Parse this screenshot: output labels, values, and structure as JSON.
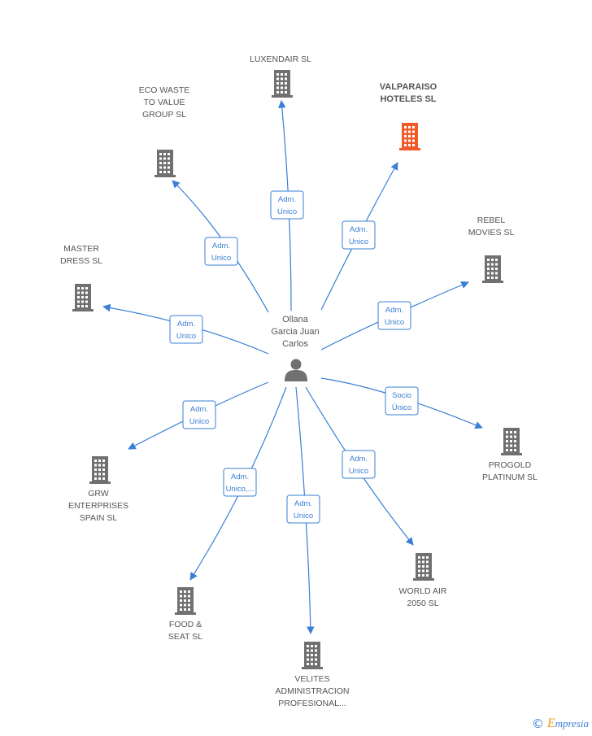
{
  "center": {
    "name": "Ollana Garcia Juan Carlos",
    "lines": [
      "Ollana",
      "Garcia Juan",
      "Carlos"
    ],
    "icon": "person-icon"
  },
  "colors": {
    "edge": "#3a7fd5",
    "building": "#707070",
    "building_highlight": "#f05a28"
  },
  "companies": [
    {
      "id": "luxendair",
      "lines": [
        "LUXENDAIR  SL"
      ],
      "highlight": false,
      "role": [
        "Adm.",
        "Unico"
      ]
    },
    {
      "id": "valparaiso",
      "lines": [
        "VALPARAISO",
        "HOTELES  SL"
      ],
      "highlight": true,
      "role": [
        "Adm.",
        "Unico"
      ]
    },
    {
      "id": "eco-waste",
      "lines": [
        "ECO WASTE",
        "TO VALUE",
        "GROUP  SL"
      ],
      "highlight": false,
      "role": [
        "Adm.",
        "Unico"
      ]
    },
    {
      "id": "rebel-movies",
      "lines": [
        "REBEL",
        "MOVIES SL"
      ],
      "highlight": false,
      "role": [
        "Adm.",
        "Unico"
      ]
    },
    {
      "id": "master-dress",
      "lines": [
        "MASTER",
        "DRESS  SL"
      ],
      "highlight": false,
      "role": [
        "Adm.",
        "Unico"
      ]
    },
    {
      "id": "progold",
      "lines": [
        "PROGOLD",
        "PLATINUM SL"
      ],
      "highlight": false,
      "role": [
        "Socio",
        "Único"
      ]
    },
    {
      "id": "grw",
      "lines": [
        "GRW",
        "ENTERPRISES",
        "SPAIN  SL"
      ],
      "highlight": false,
      "role": [
        "Adm.",
        "Unico"
      ]
    },
    {
      "id": "world-air",
      "lines": [
        "WORLD AIR",
        "2050  SL"
      ],
      "highlight": false,
      "role": [
        "Adm.",
        "Unico"
      ]
    },
    {
      "id": "food-seat",
      "lines": [
        "FOOD &",
        "SEAT  SL"
      ],
      "highlight": false,
      "role": [
        "Adm.",
        "Unico,..."
      ]
    },
    {
      "id": "velites",
      "lines": [
        "VELITES",
        "ADMINISTRACION",
        "PROFESIONAL..."
      ],
      "highlight": false,
      "role": [
        "Adm.",
        "Unico"
      ]
    }
  ],
  "footer": {
    "copyright": "©",
    "brand_initial": "E",
    "brand_rest": "mpresia"
  }
}
